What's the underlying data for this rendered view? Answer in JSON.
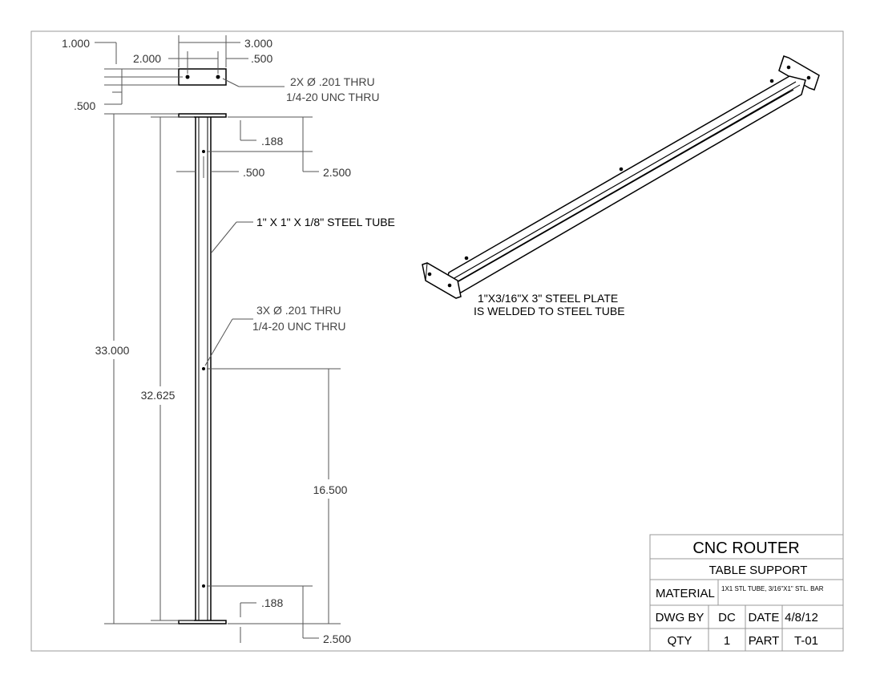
{
  "dimensions": {
    "plate_top_offset": "1.000",
    "plate_hole_spacing": "2.000",
    "plate_width": "3.000",
    "plate_hole_edge": ".500",
    "plate_thickness_offset": ".500",
    "top_hole_offset": ".188",
    "top_hole_from_end": "2.500",
    "tube_width": ".500",
    "overall_length": "33.000",
    "tube_length": "32.625",
    "mid_hole": "16.500",
    "bottom_hole_offset": ".188",
    "bottom_hole_from_end": "2.500"
  },
  "callouts": {
    "plate_holes_line1": "2X  Ø .201 THRU",
    "plate_holes_line2": "1/4-20 UNC  THRU",
    "tube_label": "1\" X 1\" X 1/8\" STEEL TUBE",
    "tube_holes_line1": "3X  Ø .201 THRU",
    "tube_holes_line2": "1/4-20 UNC  THRU",
    "plate_note_line1": "1\"X3/16\"X 3\" STEEL PLATE",
    "plate_note_line2": "IS WELDED TO STEEL TUBE"
  },
  "title_block": {
    "project": "CNC ROUTER",
    "part_name": "TABLE SUPPORT",
    "material_label": "MATERIAL",
    "material_value": "1X1 STL TUBE, 3/16\"X1\" STL. BAR",
    "drawn_by_label": "DWG BY",
    "drawn_by_value": "DC",
    "date_label": "DATE",
    "date_value": "4/8/12",
    "qty_label": "QTY",
    "qty_value": "1",
    "part_label": "PART",
    "part_value": "T-01"
  }
}
